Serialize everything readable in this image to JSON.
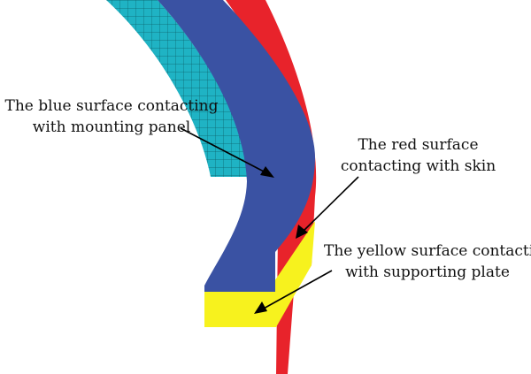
{
  "labels": {
    "blue": {
      "line1": "The blue surface contacting",
      "line2": "with mounting panel"
    },
    "red": {
      "line1": "The red surface",
      "line2": "contacting with skin"
    },
    "yellow": {
      "line1": "The yellow surface contacting",
      "line2": "with supporting plate"
    }
  },
  "colors": {
    "blue_surface": "#3a52a3",
    "red_surface": "#e8232b",
    "yellow_surface": "#f7f21e",
    "mesh_side": "#1fb3c4",
    "mesh_lines": "#0c5f6a",
    "arrow": "#000000"
  }
}
